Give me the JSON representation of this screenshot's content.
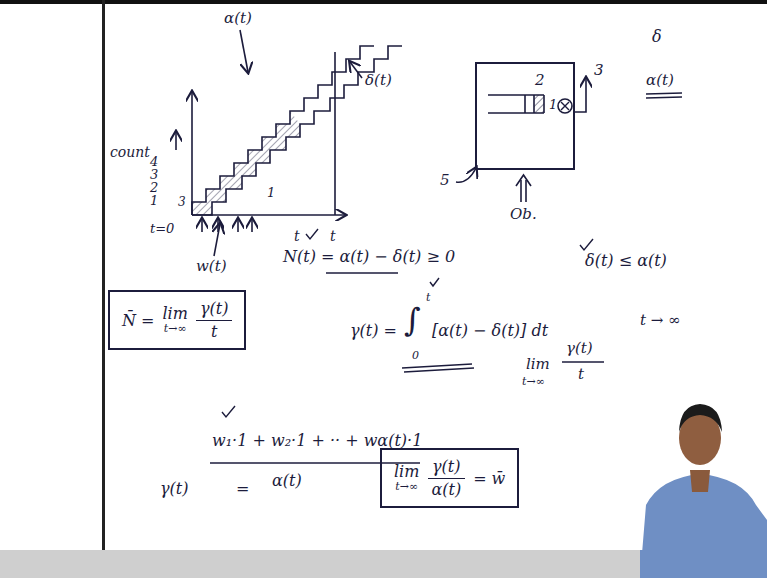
{
  "diagram": {
    "nodes": [
      {
        "text": [
          "2",
          "1"
        ]
      },
      {
        "text": [
          "N̄ =",
          "lim",
          "t→∞",
          "γ(t)",
          "t"
        ]
      },
      {
        "text": [
          "lim",
          "t→∞",
          "γ(t)",
          "α(t)",
          "= w̄"
        ]
      }
    ],
    "labels": [
      "count",
      "4",
      "3",
      "2",
      "1",
      "α(t)",
      "δ(t)",
      "3",
      "1",
      "t=0",
      "t",
      "t",
      "w(t)",
      "N(t) = α(t) − δ(t) ≥ 0",
      "δ(t) ≤ α(t)",
      "5",
      "3",
      "Ob.",
      "δ",
      "α(t)",
      "t → ∞",
      "γ(t) =",
      "∫",
      "t",
      "0",
      "[α(t) − δ(t)] dt",
      "lim",
      "t→∞",
      "γ(t)",
      "t",
      "w₁·1 + w₂·1 + ·· + wα(t)·1",
      "γ(t)",
      "=",
      "α(t)"
    ]
  }
}
